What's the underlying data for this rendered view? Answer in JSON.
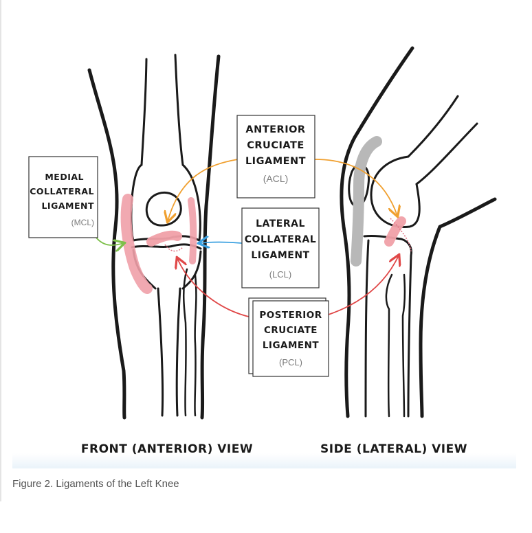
{
  "figure": {
    "caption": "Figure 2. Ligaments of the Left Knee",
    "views": {
      "front": "FRONT (ANTERIOR) VIEW",
      "side": "SIDE (LATERAL) VIEW"
    }
  },
  "labels": {
    "acl": {
      "lines": [
        "ANTERIOR",
        "CRUCIATE",
        "LIGAMENT"
      ],
      "abbr": "(ACL)"
    },
    "mcl": {
      "lines": [
        "MEDIAL",
        "COLLATERAL",
        "LIGAMENT"
      ],
      "abbr": "(MCL)"
    },
    "lcl": {
      "lines": [
        "LATERAL",
        "COLLATERAL",
        "LIGAMENT"
      ],
      "abbr": "(LCL)"
    },
    "pcl": {
      "lines": [
        "POSTERIOR",
        "CRUCIATE",
        "LIGAMENT"
      ],
      "abbr": "(PCL)"
    }
  },
  "colors": {
    "ligament": "#f0a0a8",
    "acl_arrow": "#f0a030",
    "mcl_arrow": "#7dc04a",
    "lcl_arrow": "#3aa0e0",
    "pcl_arrow": "#e04848",
    "patella_shadow": "#b8b8b8"
  }
}
